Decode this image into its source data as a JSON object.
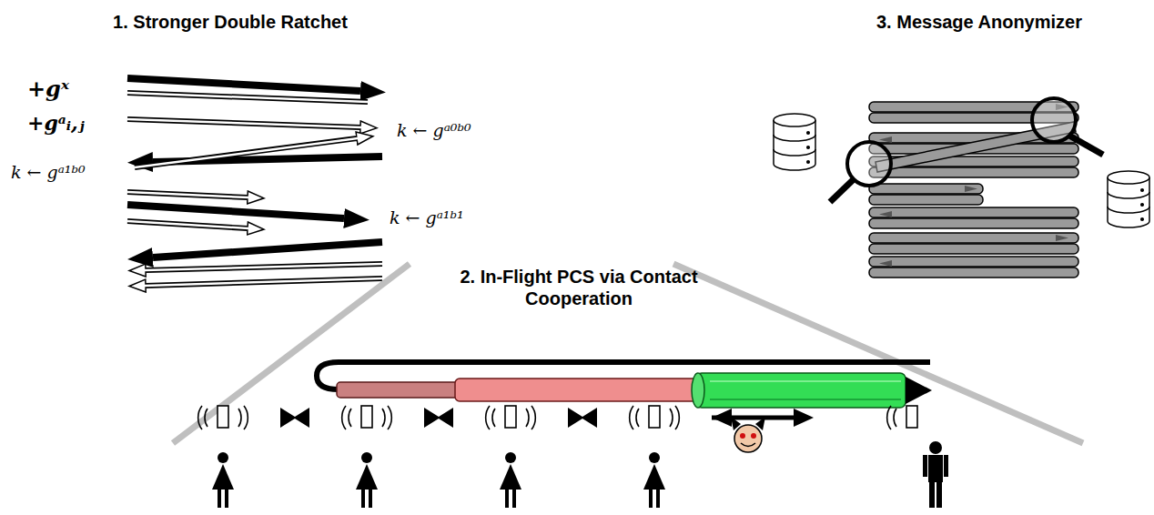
{
  "diagram": {
    "labels": [
      "1. Stronger Double Ratchet",
      "+gˣ",
      "+gᵃᵢ,ⱼ",
      "k ← gᵃ⁰ᵇ⁰",
      "k ← gᵃ¹ᵇ⁰",
      "k ← gᵃ¹ᵇ¹",
      "2. In-Flight PCS via Contact Cooperation",
      "3. Message Anonymizer"
    ]
  }
}
